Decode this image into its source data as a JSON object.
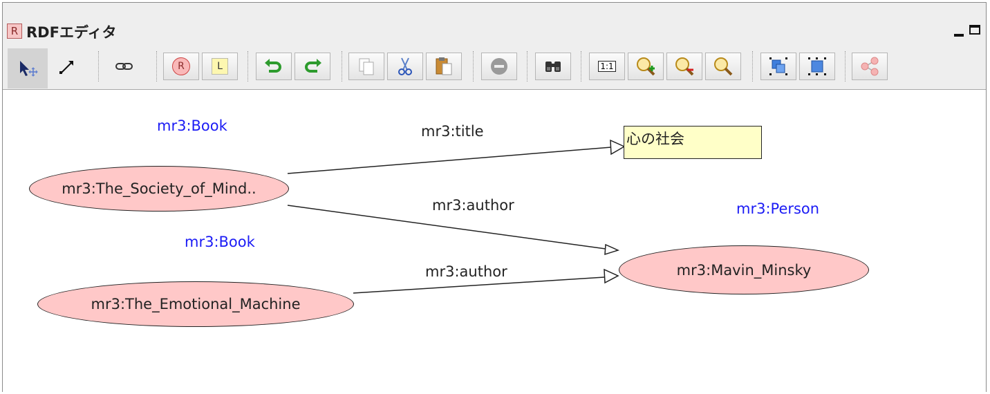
{
  "window": {
    "title": "RDFエディタ",
    "icon_letter": "R"
  },
  "toolbar": {
    "resource_label": "R",
    "literal_label": "L",
    "actual_size_label": "1:1"
  },
  "graph": {
    "resources": [
      {
        "id": "society",
        "label": "mr3:The_Society_of_Mind..",
        "type": "mr3:Book"
      },
      {
        "id": "emotional",
        "label": "mr3:The_Emotional_Machine",
        "type": "mr3:Book"
      },
      {
        "id": "minsky",
        "label": "mr3:Mavin_Minsky",
        "type": "mr3:Person"
      }
    ],
    "literals": [
      {
        "id": "title_literal",
        "value": "心の社会"
      }
    ],
    "edges": [
      {
        "from": "society",
        "to": "title_literal",
        "label": "mr3:title"
      },
      {
        "from": "society",
        "to": "minsky",
        "label": "mr3:author"
      },
      {
        "from": "emotional",
        "to": "minsky",
        "label": "mr3:author"
      }
    ]
  },
  "colors": {
    "resource_fill": "#ffc8c8",
    "literal_fill": "#ffffc8",
    "type_label": "#1b1bf5"
  }
}
